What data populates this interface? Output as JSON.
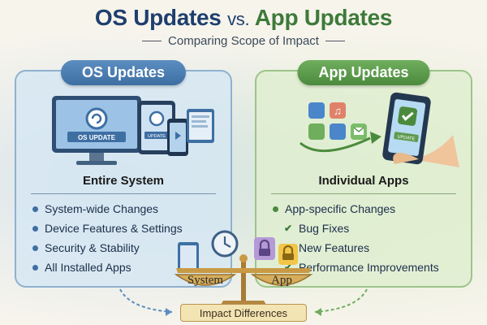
{
  "title": {
    "part1": "OS Updates",
    "part2": "vs.",
    "part3": "App Updates"
  },
  "subtitle": "Comparing Scope of Impact",
  "os_panel": {
    "header": "OS Updates",
    "screen_label": "OS UPDATE",
    "tablet_label": "UPDATE",
    "section_title": "Entire System",
    "points": [
      "System-wide Changes",
      "Device Features & Settings",
      "Security & Stability",
      "All Installed Apps"
    ]
  },
  "app_panel": {
    "header": "App Updates",
    "phone_label": "UPDATE",
    "section_title": "Individual Apps",
    "main_point": "App-specific Changes",
    "sub_points": [
      "Bug Fixes",
      "New Features",
      "Performance Improvements"
    ]
  },
  "scale": {
    "left_label": "System",
    "right_label": "App",
    "banner": "Impact Differences"
  },
  "colors": {
    "os_accent": "#3e6fa3",
    "app_accent": "#4b8a3d"
  }
}
